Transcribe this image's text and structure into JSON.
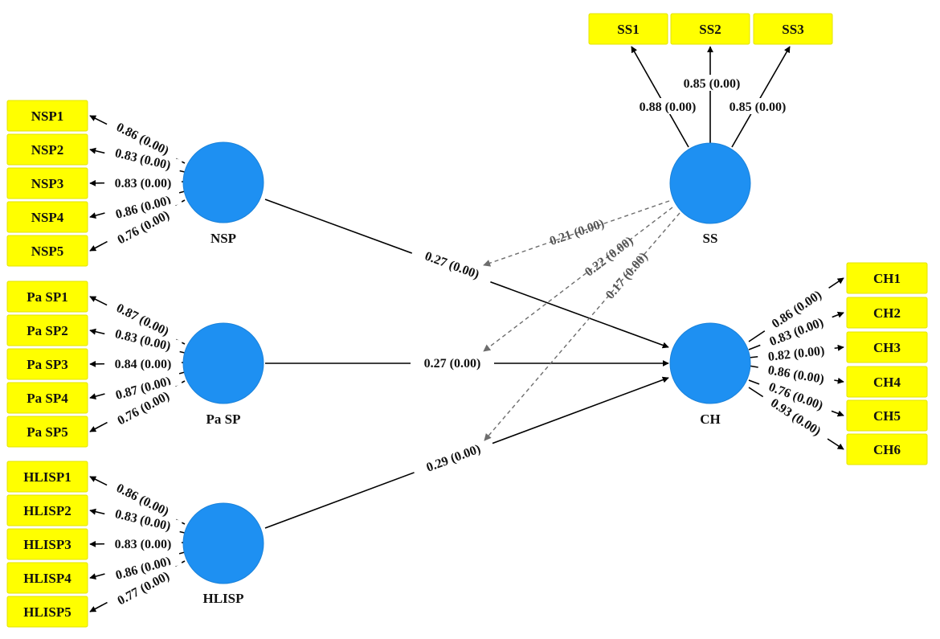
{
  "latents": {
    "nsp": "NSP",
    "pasp": "Pa SP",
    "hlisp": "HLISP",
    "ss": "SS",
    "ch": "CH"
  },
  "indicators": {
    "nsp": [
      "NSP1",
      "NSP2",
      "NSP3",
      "NSP4",
      "NSP5"
    ],
    "pasp": [
      "Pa SP1",
      "Pa SP2",
      "Pa SP3",
      "Pa SP4",
      "Pa SP5"
    ],
    "hlisp": [
      "HLISP1",
      "HLISP2",
      "HLISP3",
      "HLISP4",
      "HLISP5"
    ],
    "ss": [
      "SS1",
      "SS2",
      "SS3"
    ],
    "ch": [
      "CH1",
      "CH2",
      "CH3",
      "CH4",
      "CH5",
      "CH6"
    ]
  },
  "loadings": {
    "nsp": [
      "0.86 (0.00)",
      "0.83 (0.00)",
      "0.83 (0.00)",
      "0.86 (0.00)",
      "0.76 (0.00)"
    ],
    "pasp": [
      "0.87 (0.00)",
      "0.83 (0.00)",
      "0.84 (0.00)",
      "0.87 (0.00)",
      "0.76 (0.00)"
    ],
    "hlisp": [
      "0.86 (0.00)",
      "0.83 (0.00)",
      "0.83 (0.00)",
      "0.86 (0.00)",
      "0.77 (0.00)"
    ],
    "ss": [
      "0.88 (0.00)",
      "0.85 (0.00)",
      "0.85 (0.00)"
    ],
    "ch": [
      "0.86 (0.00)",
      "0.83 (0.00)",
      "0.82 (0.00)",
      "0.86 (0.00)",
      "0.76 (0.00)",
      "0.93 (0.00)"
    ]
  },
  "paths": {
    "nsp_ch": "0.27 (0.00)",
    "pasp_ch": "0.27 (0.00)",
    "hlisp_ch": "0.29 (0.00)"
  },
  "moderation": {
    "ss_nsp_ch": "0.21 (0.00)",
    "ss_pasp_ch": "0.22 (0.00)",
    "ss_hlisp_ch": "0.17 (0.00)"
  },
  "colors": {
    "indicator_fill": "#ffff00",
    "latent_fill": "#1e90f2",
    "moderation_line": "#6d6d6d"
  }
}
